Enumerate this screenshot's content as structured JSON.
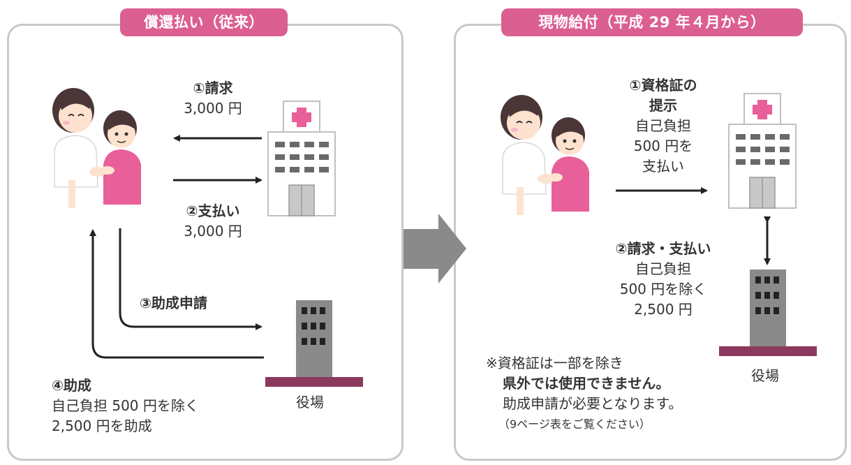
{
  "left": {
    "title": "償還払い（従来）",
    "step1": {
      "label": "①請求",
      "amount": "3,000 円"
    },
    "step2": {
      "label": "②支払い",
      "amount": "3,000 円"
    },
    "step3": {
      "label": "③助成申請"
    },
    "step4": {
      "label": "④助成",
      "line1": "自己負担 500 円を除く",
      "line2": "2,500 円を助成"
    },
    "office_label": "役場"
  },
  "right": {
    "title": "現物給付（平成 29 年４月から）",
    "step1": {
      "label_line1": "①資格証の",
      "label_line2": "提示",
      "line1": "自己負担",
      "line2": "500 円を",
      "line3": "支払い"
    },
    "step2": {
      "label": "②請求・支払い",
      "line1": "自己負担",
      "line2": "500 円を除く",
      "line3": "2,500 円"
    },
    "office_label": "役場",
    "note": {
      "line1": "※資格証は一部を除き",
      "line2": "県外では使用できません。",
      "line3": "助成申請が必要となります。",
      "line4": "（9ページ表をご覧ください）"
    }
  },
  "colors": {
    "accent": "#dc5f91",
    "border": "#c8c8c8",
    "arrow": "#222222",
    "big_arrow": "#8a8a8a",
    "office_base": "#8b3a5e"
  },
  "icons": [
    "nurse-patient-illustration",
    "hospital-icon",
    "town-office-icon"
  ]
}
